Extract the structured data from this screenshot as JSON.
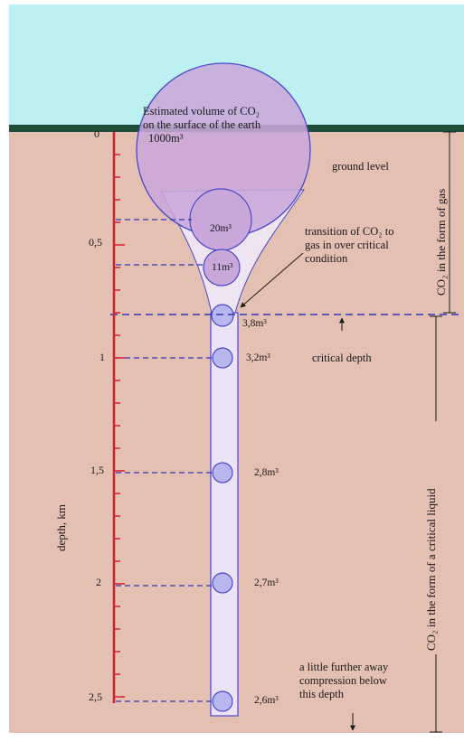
{
  "colors": {
    "sky": "#bdf1f1",
    "ground_band": "#1e4d3a",
    "soil": "#e3c0b2",
    "bubble_fill": "#c9a7da",
    "bubble_stroke": "#4b48c9",
    "shaft_fill": "#ede3f7",
    "small_bubble_fill": "#b6b7ef",
    "scale_red": "#d4202a",
    "dash_blue": "#3236b8"
  },
  "surface_label": {
    "line1": "Estimated volume of CO₂",
    "line2": "on the surface of the earth",
    "line3": "1000m³"
  },
  "ground_level": "ground level",
  "transition_label": {
    "line1": "transition of CO₂ to",
    "line2": "gas in over critical",
    "line3": "condition"
  },
  "critical_depth": "critical depth",
  "compression_label": {
    "line1": "a little further away",
    "line2": "compression below",
    "line3": "this depth"
  },
  "axis_label": "depth, km",
  "gas_zone_label": "CO₂ in the form of gas",
  "liquid_zone_label": "CO₂ in the form of a critical liquid",
  "depth_ticks": [
    "0",
    "0,5",
    "1",
    "1,5",
    "2",
    "2,5"
  ],
  "volumes": {
    "v20": "20m³",
    "v11": "11m³",
    "v38": "3,8m³",
    "v32": "3,2m³",
    "v28": "2,8m³",
    "v27": "2,7m³",
    "v26": "2,6m³"
  }
}
